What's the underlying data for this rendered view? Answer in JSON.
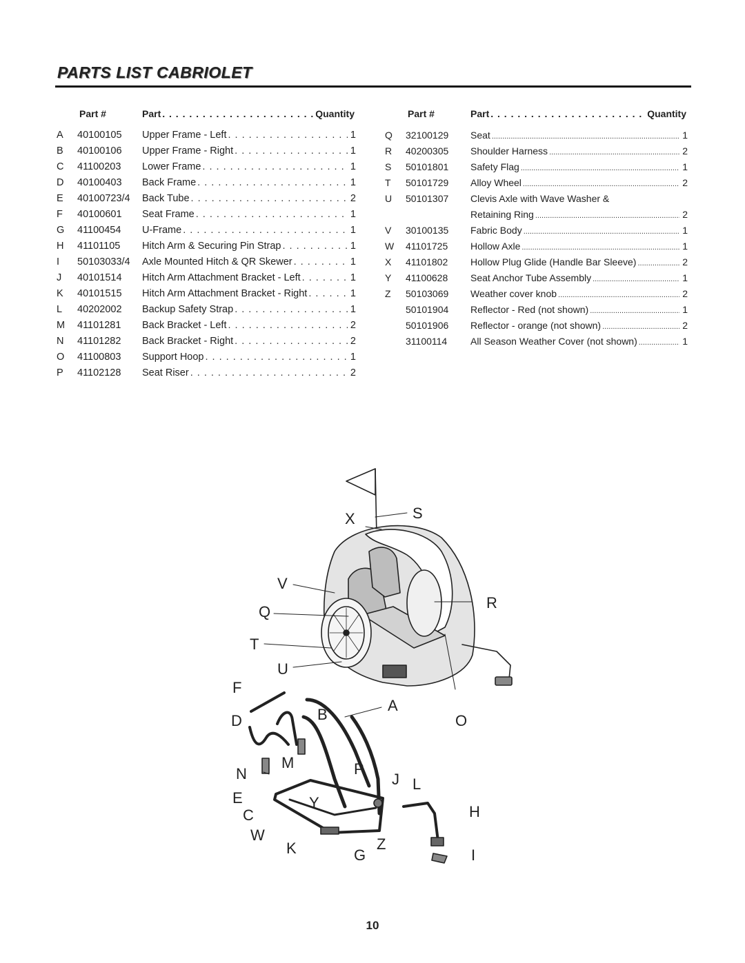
{
  "title": "PARTS LIST CABRIOLET",
  "headers": {
    "part_no": "Part #",
    "part": "Part",
    "quantity": "Quantity"
  },
  "left_parts": [
    {
      "letter": "A",
      "number": "40100105",
      "name": "Upper Frame - Left",
      "qty": "1"
    },
    {
      "letter": "B",
      "number": "40100106",
      "name": "Upper Frame - Right",
      "qty": "1"
    },
    {
      "letter": "C",
      "number": "41100203",
      "name": "Lower Frame",
      "qty": "1"
    },
    {
      "letter": "D",
      "number": "40100403",
      "name": "Back Frame",
      "qty": "1"
    },
    {
      "letter": "E",
      "number": "40100723/4",
      "name": "Back Tube",
      "qty": "2"
    },
    {
      "letter": "F",
      "number": "40100601",
      "name": "Seat Frame",
      "qty": "1"
    },
    {
      "letter": "G",
      "number": "41100454",
      "name": "U-Frame",
      "qty": "1"
    },
    {
      "letter": "H",
      "number": "41101105",
      "name": "Hitch Arm & Securing Pin Strap",
      "qty": "1"
    },
    {
      "letter": "I",
      "number": "50103033/4",
      "name": "Axle Mounted Hitch & QR Skewer",
      "qty": "1"
    },
    {
      "letter": "J",
      "number": "40101514",
      "name": "Hitch Arm Attachment Bracket - Left",
      "qty": "1"
    },
    {
      "letter": "K",
      "number": "40101515",
      "name": "Hitch Arm Attachment Bracket - Right",
      "qty": "1"
    },
    {
      "letter": "L",
      "number": "40202002",
      "name": "Backup Safety Strap",
      "qty": "1"
    },
    {
      "letter": "M",
      "number": "41101281",
      "name": "Back Bracket - Left",
      "qty": "2"
    },
    {
      "letter": "N",
      "number": "41101282",
      "name": "Back Bracket - Right",
      "qty": "2"
    },
    {
      "letter": "O",
      "number": "41100803",
      "name": "Support Hoop",
      "qty": "1"
    },
    {
      "letter": "P",
      "number": "41102128",
      "name": "Seat Riser",
      "qty": "2"
    }
  ],
  "right_parts": [
    {
      "letter": "Q",
      "number": "32100129",
      "name": "Seat",
      "qty": "1"
    },
    {
      "letter": "R",
      "number": "40200305",
      "name": "Shoulder Harness",
      "qty": "2"
    },
    {
      "letter": "S",
      "number": "50101801",
      "name": "Safety Flag",
      "qty": "1"
    },
    {
      "letter": "T",
      "number": "50101729",
      "name": "Alloy Wheel",
      "qty": "2"
    },
    {
      "letter": "U",
      "number": "50101307",
      "name": "Clevis Axle with Wave Washer &",
      "qty": ""
    },
    {
      "letter": "",
      "number": "",
      "name": "Retaining Ring",
      "qty": "2"
    },
    {
      "letter": "V",
      "number": "30100135",
      "name": "Fabric Body",
      "qty": "1"
    },
    {
      "letter": "W",
      "number": "41101725",
      "name": "Hollow Axle",
      "qty": "1"
    },
    {
      "letter": "X",
      "number": "41101802",
      "name": "Hollow Plug Glide (Handle Bar Sleeve)",
      "qty": "2"
    },
    {
      "letter": "Y",
      "number": "41100628",
      "name": "Seat Anchor Tube Assembly",
      "qty": "1"
    },
    {
      "letter": "Z",
      "number": "50103069",
      "name": "Weather cover knob",
      "qty": "2"
    },
    {
      "letter": "",
      "number": "50101904",
      "name": "Reflector - Red (not shown)",
      "qty": "1"
    },
    {
      "letter": "",
      "number": "50101906",
      "name": "Reflector - orange (not shown)",
      "qty": "2"
    },
    {
      "letter": "",
      "number": "31100114",
      "name": "All Season Weather Cover (not shown)",
      "qty": "1"
    }
  ],
  "diagram_labels": {
    "S": "S",
    "X": "X",
    "V": "V",
    "R": "R",
    "Q": "Q",
    "T": "T",
    "U": "U",
    "F": "F",
    "A": "A",
    "D": "D",
    "B": "B",
    "O": "O",
    "N": "N",
    "M": "M",
    "P": "P",
    "J": "J",
    "L": "L",
    "E": "E",
    "Y": "Y",
    "H": "H",
    "C": "C",
    "W": "W",
    "K": "K",
    "Z": "Z",
    "G": "G",
    "I": "I"
  },
  "page_number": "10"
}
